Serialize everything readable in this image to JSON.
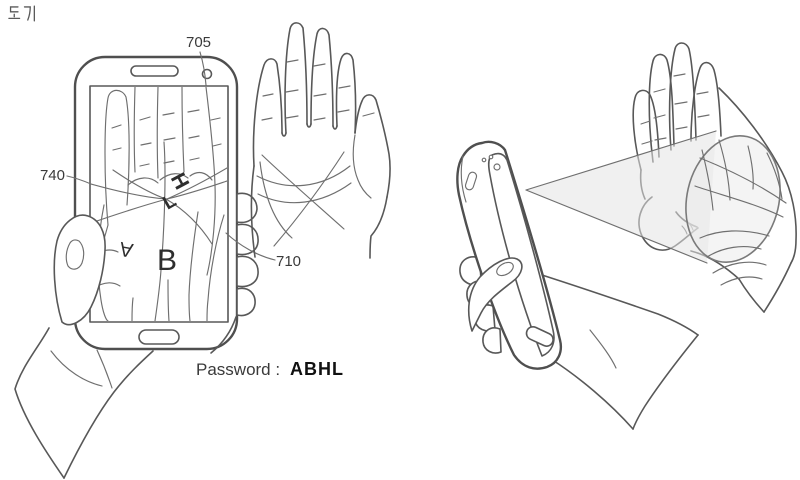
{
  "figure": {
    "label": "도기"
  },
  "left_panel": {
    "ref_labels": {
      "screen": "705",
      "marks": "740",
      "palm_image": "710"
    },
    "password": {
      "label": "Password :",
      "value": "ABHL"
    },
    "screen_marks": [
      {
        "letter": "H"
      },
      {
        "letter": "L"
      },
      {
        "letter": "A"
      },
      {
        "letter": "B"
      }
    ]
  },
  "colors": {
    "line": "#4f4f4f",
    "detail_line": "#6f6f6f",
    "cone_fill": "#e4e4e4",
    "label_text": "#3a3a3a",
    "background": "#ffffff"
  }
}
